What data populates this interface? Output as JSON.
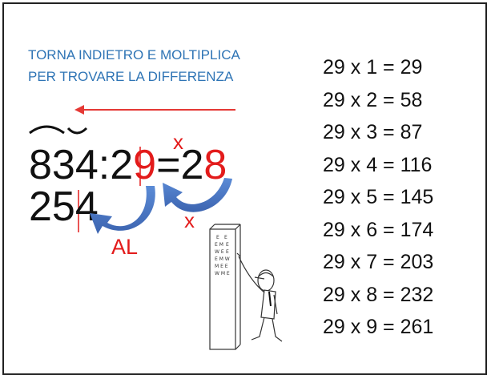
{
  "instruction": {
    "line1": "TORNA INDIETRO E MOLTIPLICA",
    "line2": "PER TROVARE LA DIFFERENZA"
  },
  "division": {
    "dividend": [
      "8",
      "3",
      "4"
    ],
    "colon": ":",
    "divisor_first": "2",
    "divisor_last": "9",
    "equals": "=",
    "quotient_first": "2",
    "quotient_last": "8",
    "remainder": [
      "2",
      "5",
      "4"
    ],
    "times_top": "x",
    "times_bottom": "x",
    "al_label": "AL"
  },
  "colors": {
    "accent_blue": "#2e74b5",
    "highlight_red": "#e31b1b",
    "arrow_blue": "#4472c4"
  },
  "times_table": [
    "29 x 1 = 29",
    "29 x 2 = 58",
    "29 x 3 = 87",
    "29 x 4 = 116",
    "29 x 5 = 145",
    "29 x 6 = 174",
    "29 x 7 = 203",
    "29 x 8 = 232",
    "29 x 9 = 261"
  ],
  "icons": {
    "direction_arrow": "arrow-left-icon",
    "curved_arrows": "curved-arrow-icon",
    "illustration": "person-at-chart-illustration"
  }
}
